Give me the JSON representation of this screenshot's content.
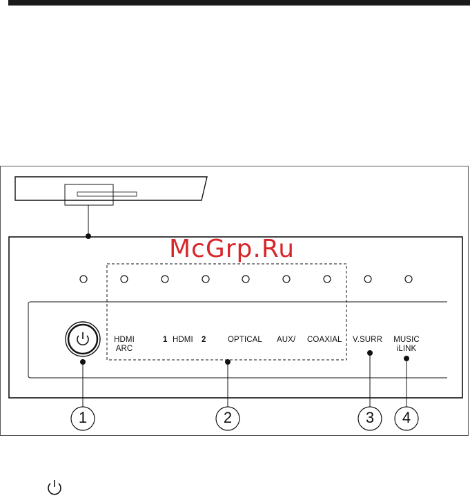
{
  "watermark": "McGrp.Ru",
  "panel_labels": {
    "hdmi_arc_line1": "HDMI",
    "hdmi_arc_line2": "ARC",
    "hdmi_1": "1",
    "hdmi": "HDMI",
    "hdmi_2": "2",
    "optical": "OPTICAL",
    "aux": "AUX/",
    "coaxial": "COAXIAL",
    "vsurr": "V.SURR",
    "music_line1": "MUSIC",
    "music_line2": "iLINK"
  },
  "callouts": [
    "1",
    "2",
    "3",
    "4"
  ],
  "footer": {
    "icon": "power-icon"
  },
  "colors": {
    "line": "#111111",
    "watermark": "#d8262b"
  }
}
